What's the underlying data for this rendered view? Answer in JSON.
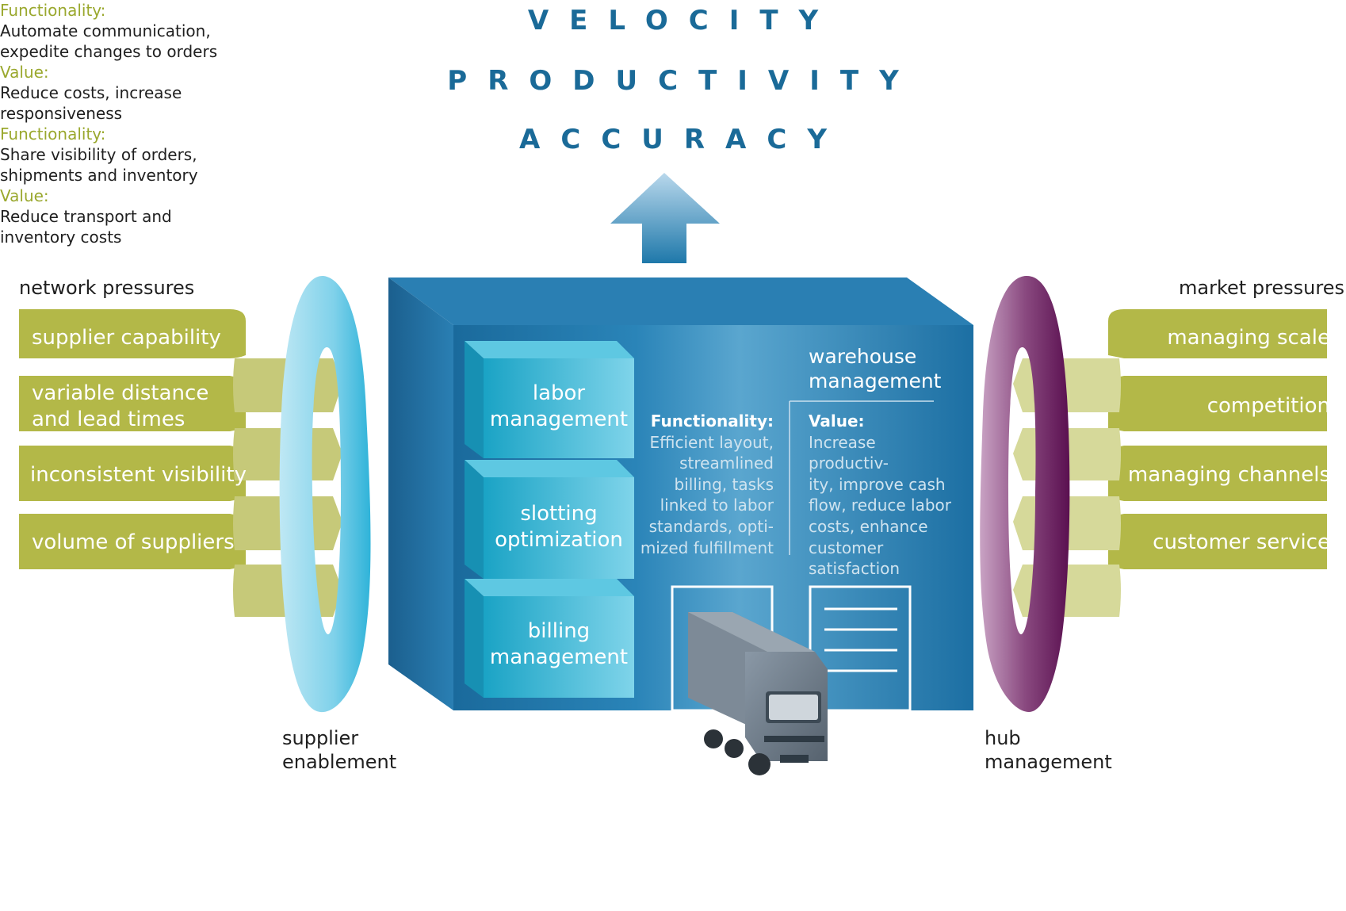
{
  "headlines": {
    "velocity": "VELOCITY",
    "productivity": "PRODUCTIVITY",
    "accuracy": "ACCURACY"
  },
  "network": {
    "title": "network pressures",
    "items": [
      "supplier capability",
      "variable distance",
      "and lead times",
      "inconsistent visibility",
      "volume of suppliers"
    ]
  },
  "market": {
    "title": "market pressures",
    "items": [
      "managing scale",
      "competition",
      "managing channels",
      "customer service"
    ]
  },
  "boxes": {
    "labor_1": "labor",
    "labor_2": "management",
    "slotting_1": "slotting",
    "slotting_2": "optimization",
    "billing_1": "billing",
    "billing_2": "management"
  },
  "warehouse": {
    "title_1": "warehouse",
    "title_2": "management",
    "functionality_label": "Functionality:",
    "functionality_lines": [
      "Efficient layout,",
      "streamlined",
      "billing, tasks",
      "linked to labor",
      "standards, opti-",
      "mized fulfillment"
    ],
    "value_label": "Value:",
    "value_lines": [
      "Increase productiv-",
      "ity, improve cash",
      "flow, reduce labor",
      "costs, enhance",
      "customer",
      "satisfaction"
    ]
  },
  "supplier": {
    "title_1": "supplier",
    "title_2": "enablement",
    "functionality_label": "Functionality:",
    "functionality_lines": [
      "Automate communication,",
      "expedite changes to orders"
    ],
    "value_label": "Value:",
    "value_lines": [
      "Reduce costs, increase",
      "responsiveness"
    ]
  },
  "hub": {
    "title_1": "hub",
    "title_2": "management",
    "functionality_label": "Functionality:",
    "functionality_lines": [
      "Share visibility of orders,",
      "shipments and inventory"
    ],
    "value_label": "Value:",
    "value_lines": [
      "Reduce transport and",
      "inventory costs"
    ]
  },
  "colors": {
    "headline": "#1a6a98",
    "olive": "#b3b848",
    "olive_light": "#d6d99a",
    "label_green": "#9aa82e",
    "cyan_ring": "#8fd6ea",
    "purple_ring": "#7a2e6e",
    "building": "#1e6fa0",
    "box": "#2ab0cf"
  }
}
